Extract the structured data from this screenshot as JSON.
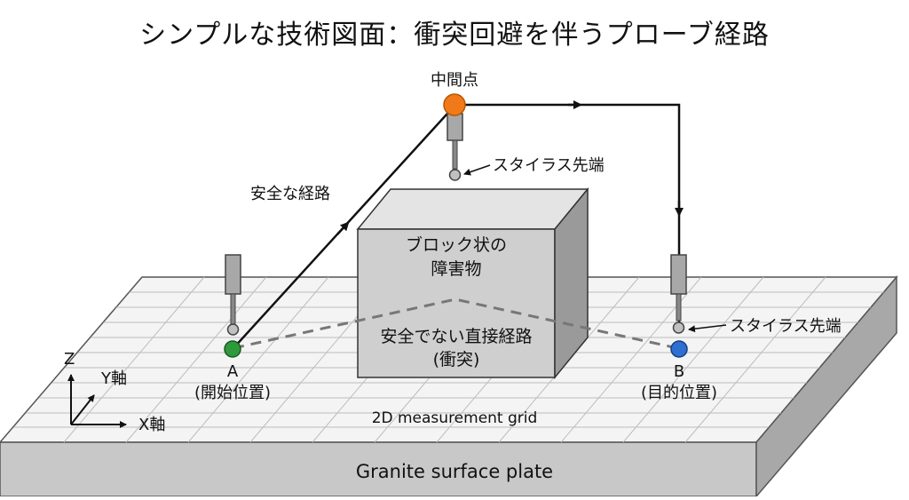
{
  "title": "シンプルな技術図面：衝突回避を伴うプローブ経路",
  "labels": {
    "waypoint": "中間点",
    "stylus_tip_top": "スタイラス先端",
    "stylus_tip_right": "スタイラス先端",
    "safe_path": "安全な経路",
    "obstacle_line1": "ブロック状の",
    "obstacle_line2": "障害物",
    "unsafe_line1": "安全でない直接経路",
    "unsafe_line2": "(衝突)",
    "point_a": "A",
    "point_a_desc": "(開始位置)",
    "point_b": "B",
    "point_b_desc": "(目的位置)",
    "axis_z": "Z",
    "axis_y": "Y軸",
    "axis_x": "X軸",
    "grid": "2D measurement grid",
    "plate": "Granite surface plate"
  },
  "colors": {
    "start_point": "#2e9a3c",
    "waypoint": "#f07a1a",
    "end_point": "#2f6fd0",
    "path": "#111111",
    "unsafe_path": "#777777",
    "block_front": "#cfcfcf",
    "block_top": "#e4e4e4",
    "block_side": "#9a9a9a",
    "plate_top": "#f4f4f4",
    "plate_side": "#c8c8c8"
  }
}
